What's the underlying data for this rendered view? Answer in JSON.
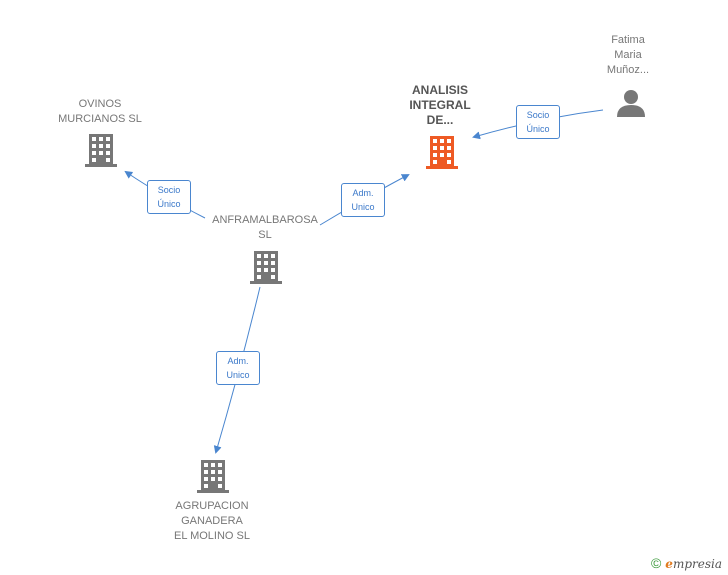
{
  "colors": {
    "accent": "#4a86cf",
    "focus_node": "#ee5a24",
    "node": "#777777"
  },
  "nodes": {
    "fatima": "Fatima\nMaria\nMuñoz...",
    "analisis": "ANALISIS\nINTEGRAL\nDE...",
    "ovinos": "OVINOS\nMURCIANOS SL",
    "anframal": "ANFRAMALBAROSA\nSL",
    "agrupacion": "AGRUPACION\nGANADERA\nEL MOLINO  SL"
  },
  "edges": {
    "fatima_analisis": "Socio\nÚnico",
    "anframal_ovinos": "Socio\nÚnico",
    "anframal_analisis": "Adm.\nUnico",
    "anframal_agrupacion": "Adm.\nUnico"
  },
  "footer": {
    "copyright": "©",
    "brand_initial": "e",
    "brand_rest": "mpresia"
  }
}
